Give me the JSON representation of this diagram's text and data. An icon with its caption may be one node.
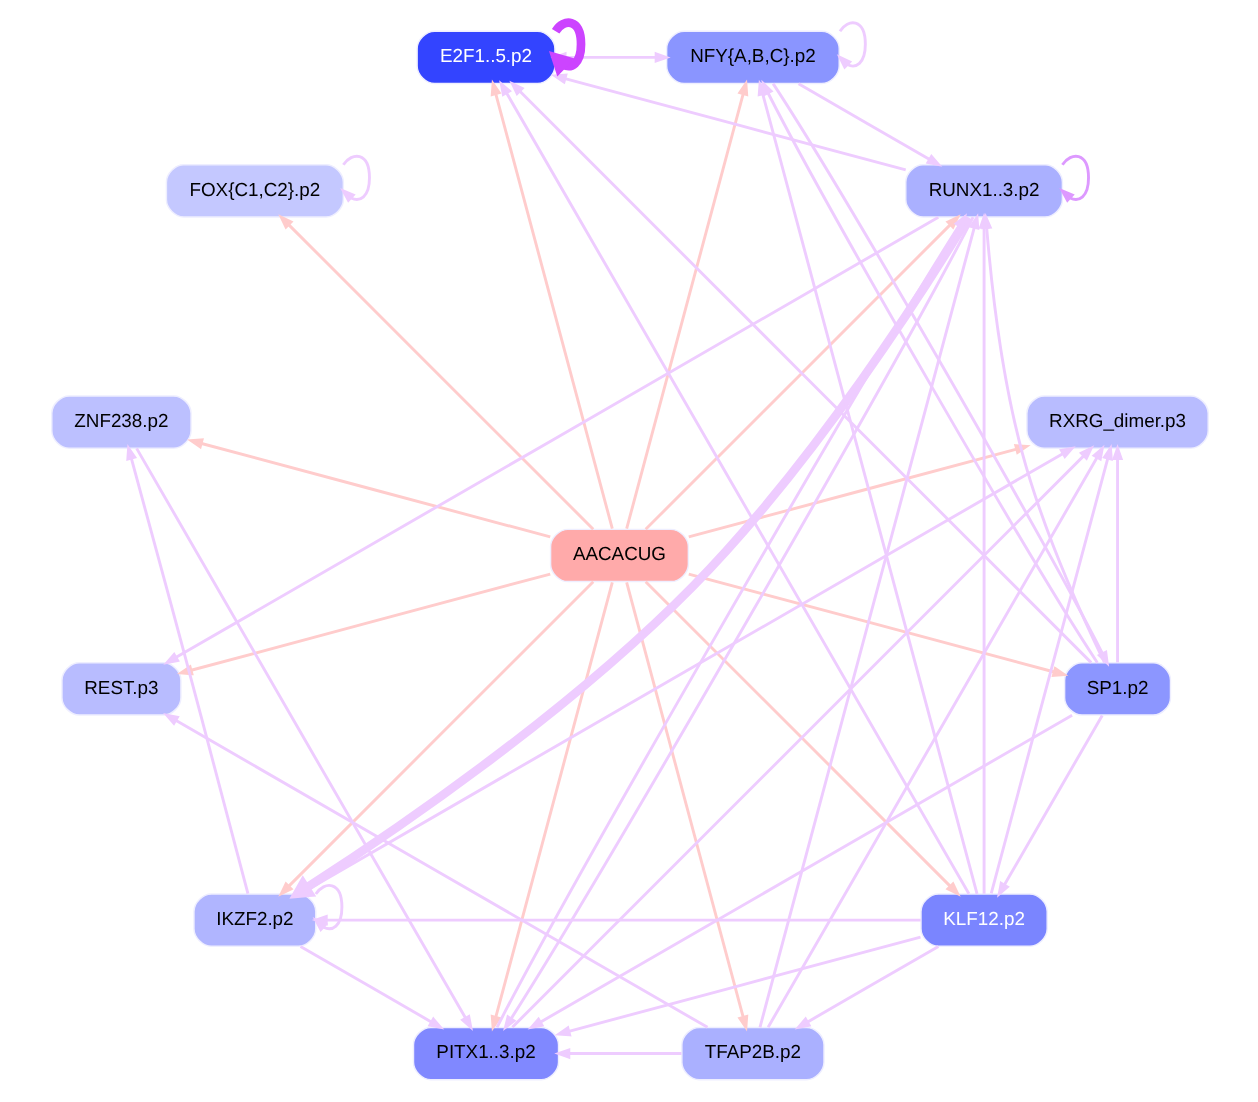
{
  "diagram": {
    "nodes": [
      {
        "text": [
          "AACACUG"
        ]
      },
      {
        "text": [
          "RXRG_dimer.p3"
        ]
      },
      {
        "text": [
          "RUNX1..3.p2"
        ]
      },
      {
        "text": [
          "SP1.p2"
        ]
      },
      {
        "text": [
          "NFY{A,B,C}.p2"
        ]
      },
      {
        "text": [
          "KLF12.p2"
        ]
      },
      {
        "text": [
          "E2F1..5.p2"
        ]
      },
      {
        "text": [
          "TFAP2B.p2"
        ]
      },
      {
        "text": [
          "FOX{C1,C2}.p2"
        ]
      },
      {
        "text": [
          "PITX1..3.p2"
        ]
      },
      {
        "text": [
          "ZNF238.p2"
        ]
      },
      {
        "text": [
          "IKZF2.p2"
        ]
      },
      {
        "text": [
          "REST.p3"
        ]
      }
    ],
    "edges": [
      {
        "from": 0,
        "to": 1,
        "arrow": "to",
        "color": "#ffcccc"
      },
      {
        "from": 0,
        "to": 2,
        "arrow": "to",
        "color": "#ffcccc"
      },
      {
        "from": 0,
        "to": 3,
        "arrow": "to",
        "color": "#ffcccc"
      },
      {
        "from": 0,
        "to": 4,
        "arrow": "to",
        "color": "#ffcccc"
      },
      {
        "from": 0,
        "to": 5,
        "arrow": "to",
        "color": "#ffcccc"
      },
      {
        "from": 0,
        "to": 6,
        "arrow": "to",
        "color": "#ffcccc"
      },
      {
        "from": 0,
        "to": 7,
        "arrow": "to",
        "color": "#ffcccc"
      },
      {
        "from": 0,
        "to": 8,
        "arrow": "to",
        "color": "#ffcccc"
      },
      {
        "from": 0,
        "to": 9,
        "arrow": "to",
        "color": "#ffcccc"
      },
      {
        "from": 0,
        "to": 10,
        "arrow": "to",
        "color": "#ffcccc"
      },
      {
        "from": 0,
        "to": 11,
        "arrow": "to",
        "color": "#ffcccc"
      },
      {
        "from": 0,
        "to": 12,
        "arrow": "to",
        "color": "#ffcccc"
      },
      {
        "from": 2,
        "to": 2,
        "arrow": "to",
        "color": "#dd99ff"
      },
      {
        "from": 4,
        "to": 4,
        "arrow": "to"
      },
      {
        "from": 6,
        "to": 6,
        "arrow": "to",
        "style": "thick",
        "color": "#cc44ff"
      },
      {
        "from": 8,
        "to": 8,
        "arrow": "to"
      },
      {
        "from": 11,
        "to": 11,
        "arrow": "to"
      },
      {
        "from": 3,
        "to": 1,
        "arrow": "to"
      },
      {
        "from": 3,
        "to": 5,
        "arrow": "to"
      },
      {
        "from": 3,
        "to": 2,
        "arrow": "to"
      },
      {
        "from": 3,
        "to": 4,
        "arrow": "to"
      },
      {
        "from": 4,
        "to": 3,
        "arrow": "to"
      },
      {
        "from": 3,
        "to": 6,
        "arrow": "to"
      },
      {
        "from": 3,
        "to": 9,
        "arrow": "to"
      },
      {
        "from": 5,
        "to": 1,
        "arrow": "to"
      },
      {
        "from": 5,
        "to": 2,
        "arrow": "to"
      },
      {
        "from": 5,
        "to": 4,
        "arrow": "to"
      },
      {
        "from": 5,
        "to": 6,
        "arrow": "to"
      },
      {
        "from": 5,
        "to": 7,
        "arrow": "to"
      },
      {
        "from": 5,
        "to": 11,
        "arrow": "to"
      },
      {
        "from": 5,
        "to": 9,
        "arrow": "to"
      },
      {
        "from": 7,
        "to": 1,
        "arrow": "to"
      },
      {
        "from": 7,
        "to": 2,
        "arrow": "to"
      },
      {
        "from": 7,
        "to": 9,
        "arrow": "to"
      },
      {
        "from": 7,
        "to": 12,
        "arrow": "to"
      },
      {
        "from": 4,
        "to": 2,
        "arrow": "to"
      },
      {
        "from": 4,
        "to": 6,
        "arrow": "both"
      },
      {
        "from": 2,
        "to": 6,
        "arrow": "to"
      },
      {
        "from": 2,
        "to": 12,
        "arrow": "to"
      },
      {
        "from": 2,
        "to": 11,
        "arrow": "to",
        "style": "thick"
      },
      {
        "from": 2,
        "to": 9,
        "arrow": "to"
      },
      {
        "from": 10,
        "to": 9,
        "arrow": "to"
      },
      {
        "from": 11,
        "to": 9,
        "arrow": "to"
      },
      {
        "from": 11,
        "to": 10,
        "arrow": "to"
      },
      {
        "from": 9,
        "to": 1,
        "arrow": "to"
      },
      {
        "from": 9,
        "to": 2,
        "arrow": "to"
      },
      {
        "from": 11,
        "to": 1,
        "arrow": "to"
      }
    ]
  }
}
